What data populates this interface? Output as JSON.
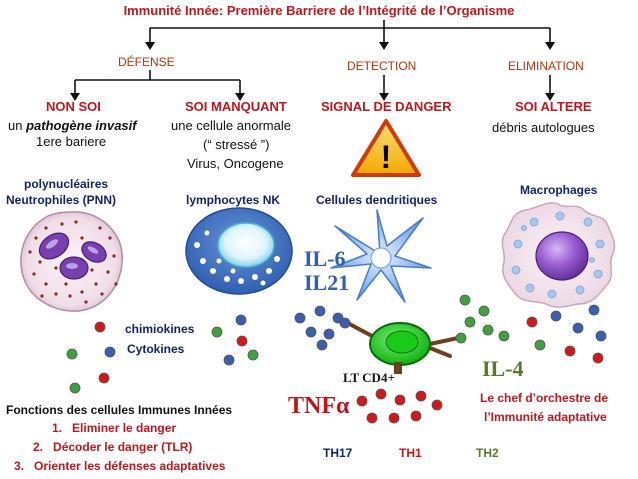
{
  "title": "Immunité Innée: Première Barriere de l’Intégrité de l’Organisme",
  "branches": {
    "defense": "DÉFENSE",
    "detection": "DETECTION",
    "elimination": "ELIMINATION"
  },
  "non_soi": {
    "heading": "NON SOI",
    "line1_prefix": "un ",
    "line1_italic": "pathogène invasif",
    "line2": "1ere bariere"
  },
  "soi_manquant": {
    "heading": "SOI MANQUANT",
    "line1": "une cellule anormale",
    "line2": "(“  stressé ”)",
    "line3": "Virus, Oncogene"
  },
  "signal": {
    "heading": "SIGNAL DE DANGER",
    "warning_glyph": "!"
  },
  "soi_altere": {
    "heading": "SOI ALTERE",
    "line1": "débris autologues"
  },
  "cells": {
    "pnn_line1": "polynucléaires",
    "pnn_line2": "Neutrophiles (PNN)",
    "nk": "lymphocytes NK",
    "dendritic": "Cellules dendritiques",
    "macrophages": "Macrophages"
  },
  "cytokines": {
    "il6": "IL-6",
    "il21": "IL21",
    "il4": "IL-4",
    "tnfa": "TNFα",
    "chimiokines": "chimiokines",
    "cytokines": "Cytokines",
    "lt_cd4": "LT CD4+"
  },
  "chef": {
    "line1": "Le chef d’orchestre de",
    "line2": "l’Immunité adaptative"
  },
  "th": {
    "th17": "TH17",
    "th1": "TH1",
    "th2": "TH2"
  },
  "functions": {
    "heading": "Fonctions des cellules Immunes Innées",
    "items": [
      {
        "num": "1.",
        "text": "Eliminer le danger"
      },
      {
        "num": "2.",
        "text": "Décoder le danger (TLR)"
      },
      {
        "num": "3.",
        "text": "Orienter les défenses adaptatives"
      }
    ]
  },
  "colors": {
    "title_red": "#c0161b",
    "branch_orange": "#b5330f",
    "navy": "#12236e",
    "dendritic_blue": "#6fa0e6",
    "nk_blue": "#3466b8",
    "tcell_green": "#1bd11b",
    "th2_olive": "#5a7a2a",
    "dot_red": "#d01a1a",
    "dot_green": "#3fa040",
    "dot_blue": "#3a5fb0"
  },
  "icons": [
    "warning-triangle-icon"
  ]
}
